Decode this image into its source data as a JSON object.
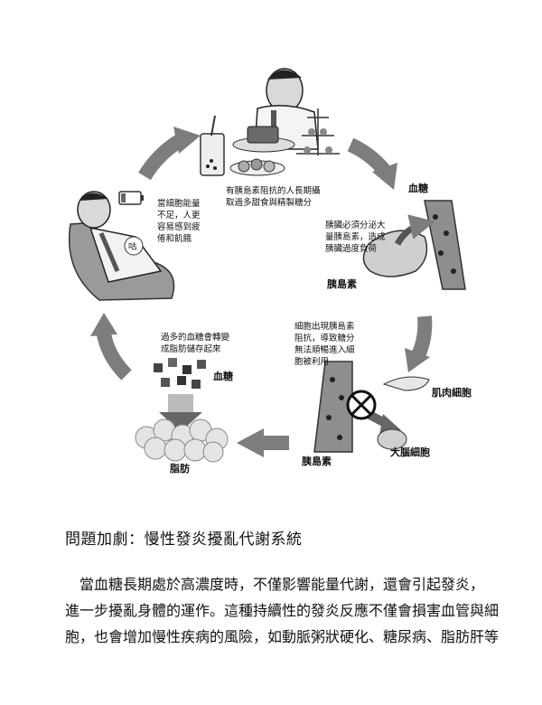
{
  "figure": {
    "captions": {
      "overeating": [
        "有胰島素阻抗的人長期攝",
        "取過多甜食與精製糖分"
      ],
      "pancreas": [
        "胰臟必須分泌大",
        "量胰島素，造成",
        "胰臟過度負荷"
      ],
      "resistance": [
        "細胞出現胰島素",
        "阻抗，導致糖分",
        "無法順暢進入細",
        "胞被利用"
      ],
      "fat": [
        "過多的血糖會轉變",
        "成脂肪儲存起來"
      ],
      "fatigue": [
        "當細胞能量",
        "不足，人更",
        "容易感到疲",
        "倦和飢餓"
      ]
    },
    "labels": {
      "blood_sugar_top": "血糖",
      "insulin_top": "胰島素",
      "muscle_cell": "肌肉細胞",
      "brain_cell": "大腦細胞",
      "insulin_bottom": "胰島素",
      "blood_sugar_left": "血糖",
      "fat": "脂肪"
    },
    "speech_bubble": "咕"
  },
  "article": {
    "heading": "問題加劇：慢性發炎擾亂代謝系統",
    "paragraph_lines": [
      "　當血糖長期處於高濃度時，不僅影響能量代謝，還會引起發炎，",
      "進一步擾亂身體的運作。這種持續性的發炎反應不僅會損害血管與細",
      "胞，也會增加慢性疾病的風險，如動脈粥狀硬化、糖尿病、脂肪肝等"
    ]
  }
}
